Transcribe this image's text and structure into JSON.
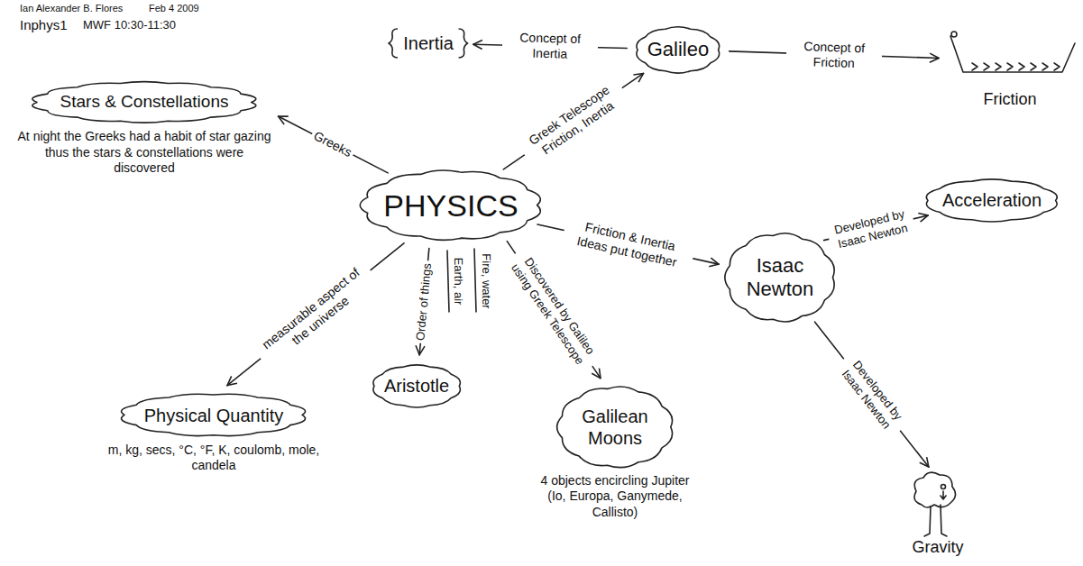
{
  "diagram": {
    "nodes": [
      {
        "text": [
          "Inertia"
        ]
      },
      {
        "text": [
          "Galileo"
        ]
      },
      {
        "text": [
          "Friction"
        ]
      },
      {
        "text": [
          "Stars & Constellations",
          "At night the Greeks had a habit of star gazing thus the stars & constellations were discovered"
        ]
      },
      {
        "text": [
          "PHYSICS"
        ]
      },
      {
        "text": [
          "Isaac Newton"
        ]
      },
      {
        "text": [
          "Acceleration"
        ]
      },
      {
        "text": [
          "Physical Quantity",
          "m, kg, secs, °C, °F, K, coulomb, mole, candela"
        ]
      },
      {
        "text": [
          "Aristotle"
        ]
      },
      {
        "text": [
          "Galilean Moons",
          "4 objects encircling Jupiter (Io, Europa, Ganymede, Callisto)"
        ]
      },
      {
        "text": [
          "Gravity"
        ]
      }
    ],
    "edges": [
      {
        "from": 1,
        "to": 0,
        "arrow": "to",
        "label": "Concept of Inertia"
      },
      {
        "from": 1,
        "to": 2,
        "arrow": "to",
        "label": "Concept of Friction"
      },
      {
        "from": 4,
        "to": 3,
        "arrow": "to",
        "label": "Greeks"
      },
      {
        "from": 4,
        "to": 1,
        "arrow": "to",
        "label": "Greek Telescope Friction, Inertia"
      },
      {
        "from": 4,
        "to": 5,
        "arrow": "to",
        "label": "Friction & Inertia Ideas put together"
      },
      {
        "from": 5,
        "to": 6,
        "arrow": "to",
        "label": "Developed by Isaac Newton"
      },
      {
        "from": 5,
        "to": 10,
        "arrow": "to",
        "label": "Developed by Isaac Newton"
      },
      {
        "from": 4,
        "to": 7,
        "arrow": "to",
        "label": "measurable aspect of the universe"
      },
      {
        "from": 4,
        "to": 8,
        "arrow": "to",
        "label": "Order of things"
      },
      {
        "from": 4,
        "to": 9,
        "arrow": "to",
        "label": "Discovered by Galileo using Greek Telescope"
      }
    ],
    "labels": [
      "Ian Alexander B. Flores",
      "Feb 4 2009",
      "Inphys1",
      "MWF 10:30-11:30",
      "Earth, air",
      "Fire, water"
    ]
  }
}
